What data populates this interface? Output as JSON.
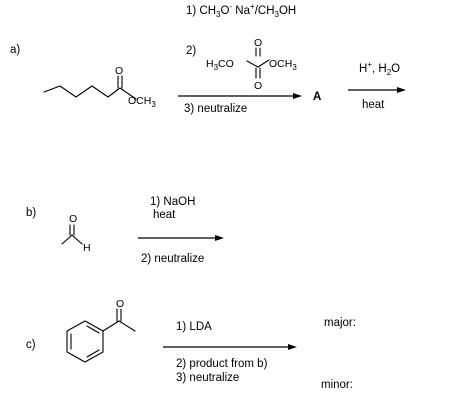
{
  "part_a": {
    "label": "a)",
    "step1": {
      "p1": "1) CH",
      "sub": "3",
      "p2": "O",
      "sup1": "-",
      "p3": " Na",
      "sup2": "+",
      "p4": "/CH",
      "sub2": "3",
      "p5": "OH"
    },
    "step2_num": "2)",
    "step3": "3) neutralize",
    "intermediate": "A",
    "cond_top": {
      "p1": "H",
      "sup": "+",
      "p2": ", H",
      "sub": "2",
      "p3": "O"
    },
    "cond_bottom": "heat",
    "ester_och3": {
      "p1": "OCH",
      "sub": "3"
    },
    "carbonate_left": {
      "p1": "H",
      "sub": "3",
      "p2": "CO"
    },
    "carbonate_right": {
      "p1": "OCH",
      "sub": "3"
    }
  },
  "part_b": {
    "label": "b)",
    "step1_line1": "1) NaOH",
    "step1_line2": "heat",
    "step2": "2) neutralize",
    "aldehyde_h": "H"
  },
  "part_c": {
    "label": "c)",
    "step1": "1) LDA",
    "step2": "2) product from b)",
    "step3": "3) neutralize",
    "major": "major:",
    "minor": "minor:"
  },
  "atoms": {
    "oxygen": "O"
  }
}
